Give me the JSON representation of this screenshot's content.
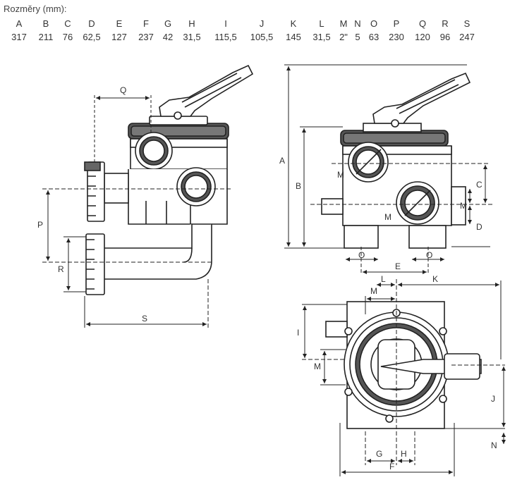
{
  "header": {
    "title": "Rozměry (mm):"
  },
  "dimensions": [
    {
      "letter": "A",
      "value": "317"
    },
    {
      "letter": "B",
      "value": "211"
    },
    {
      "letter": "C",
      "value": "76"
    },
    {
      "letter": "D",
      "value": "62,5"
    },
    {
      "letter": "E",
      "value": "127"
    },
    {
      "letter": "F",
      "value": "237"
    },
    {
      "letter": "G",
      "value": "42"
    },
    {
      "letter": "H",
      "value": "31,5"
    },
    {
      "letter": "I",
      "value": "115,5"
    },
    {
      "letter": "J",
      "value": "105,5"
    },
    {
      "letter": "K",
      "value": "145"
    },
    {
      "letter": "L",
      "value": "31,5"
    },
    {
      "letter": "M",
      "value": "2\""
    },
    {
      "letter": "N",
      "value": "5"
    },
    {
      "letter": "O",
      "value": "63"
    },
    {
      "letter": "P",
      "value": "230"
    },
    {
      "letter": "Q",
      "value": "120"
    },
    {
      "letter": "R",
      "value": "96"
    },
    {
      "letter": "S",
      "value": "247"
    }
  ],
  "drawing_labels": {
    "A": "A",
    "B": "B",
    "C": "C",
    "D": "D",
    "E": "E",
    "F": "F",
    "G": "G",
    "H": "H",
    "I": "I",
    "J": "J",
    "K": "K",
    "L": "L",
    "M": "M",
    "N": "N",
    "O": "O",
    "P": "P",
    "Q": "Q",
    "R": "R",
    "S": "S"
  }
}
